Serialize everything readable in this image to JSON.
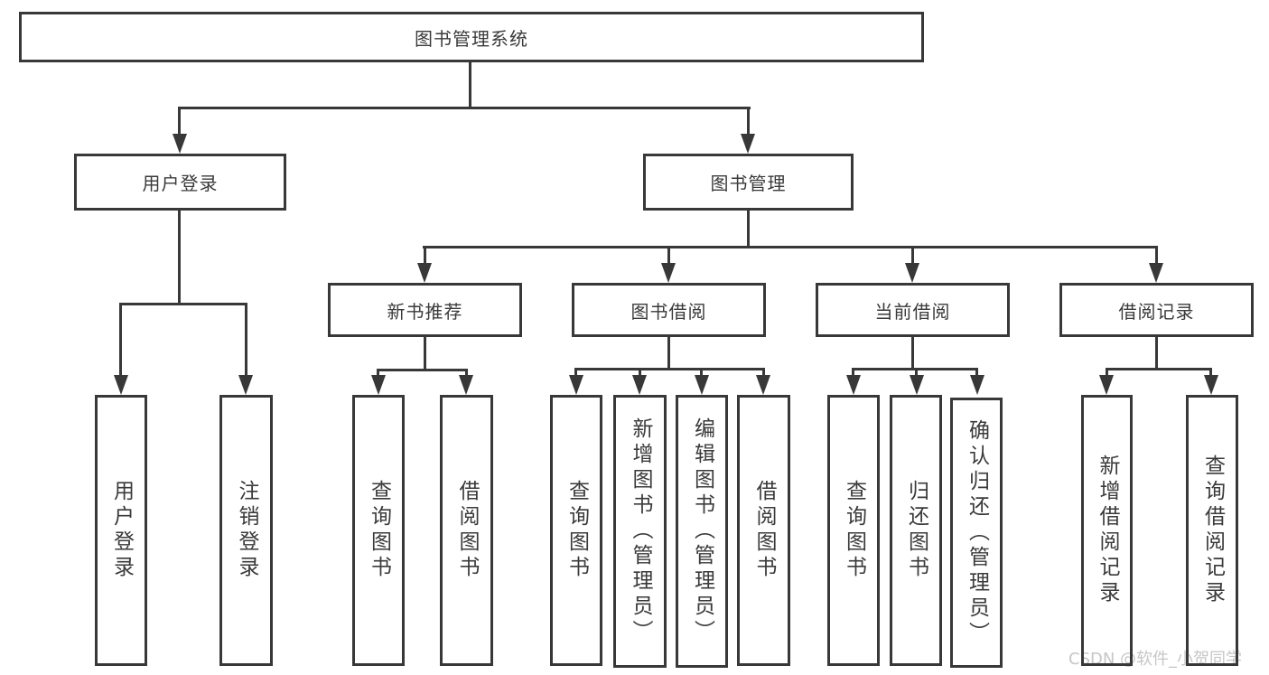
{
  "tree": {
    "label": "图书管理系统",
    "children": [
      {
        "label": "用户登录",
        "children": [
          {
            "label": "用户登录"
          },
          {
            "label": "注销登录"
          }
        ]
      },
      {
        "label": "图书管理",
        "children": [
          {
            "label": "新书推荐",
            "children": [
              {
                "label": "查询图书"
              },
              {
                "label": "借阅图书"
              }
            ]
          },
          {
            "label": "图书借阅",
            "children": [
              {
                "label": "查询图书"
              },
              {
                "label": "新增图书（管理员）"
              },
              {
                "label": "编辑图书（管理员）"
              },
              {
                "label": "借阅图书"
              }
            ]
          },
          {
            "label": "当前借阅",
            "children": [
              {
                "label": "查询图书"
              },
              {
                "label": "归还图书"
              },
              {
                "label": "确认归还（管理员）"
              }
            ]
          },
          {
            "label": "借阅记录",
            "children": [
              {
                "label": "新增借阅记录"
              },
              {
                "label": "查询借阅记录"
              }
            ]
          }
        ]
      }
    ]
  },
  "watermark": "CSDN @软件_小贺同学",
  "colors": {
    "line": "#383838",
    "text": "#3a3a3a",
    "watermark": "#c6c6c6",
    "background": "#ffffff"
  }
}
